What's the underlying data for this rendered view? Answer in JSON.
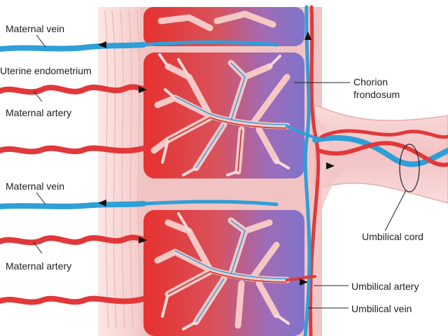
{
  "labels": {
    "maternal_vein_top": "Maternal vein",
    "uterine_endometrium": "Uterine endometrium",
    "maternal_artery_top": "Maternal artery",
    "maternal_vein_bottom": "Maternal vein",
    "maternal_artery_bottom": "Maternal artery",
    "chorion_frondosum_line1": "Chorion",
    "chorion_frondosum_line2": "frondosum",
    "umbilical_cord": "Umbilical cord",
    "umbilical_artery": "Umbilical artery",
    "umbilical_vein": "Umbilical vein"
  },
  "colors": {
    "maternal_artery": "#e2383a",
    "maternal_vein": "#2f9fd8",
    "villus_fill": "#f4b8b8",
    "intervillous_blood": "#e8443f",
    "chorion_purple": "#8e6fc4",
    "tissue_pink": "#f5c9c9",
    "umbilical_cord": "#f7cfd0"
  }
}
